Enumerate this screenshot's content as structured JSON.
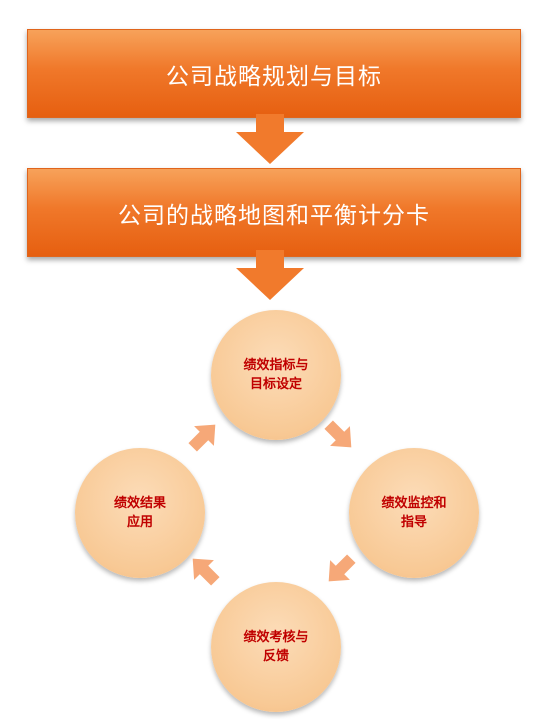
{
  "banners": [
    {
      "label": "公司战略规划与目标"
    },
    {
      "label": "公司的战略地图和平衡计分卡"
    }
  ],
  "cycle": [
    {
      "position": "top",
      "label": "绩效指标与\n目标设定"
    },
    {
      "position": "right",
      "label": "绩效监控和\n指导"
    },
    {
      "position": "bottom",
      "label": "绩效考核与\n反馈"
    },
    {
      "position": "left",
      "label": "绩效结果\n应用"
    }
  ],
  "colors": {
    "banner": "#f0782a",
    "arrow": "#f17a2c",
    "circle": "#f8c995",
    "circle_text": "#c00000",
    "cycle_arrow": "#f6a878"
  }
}
